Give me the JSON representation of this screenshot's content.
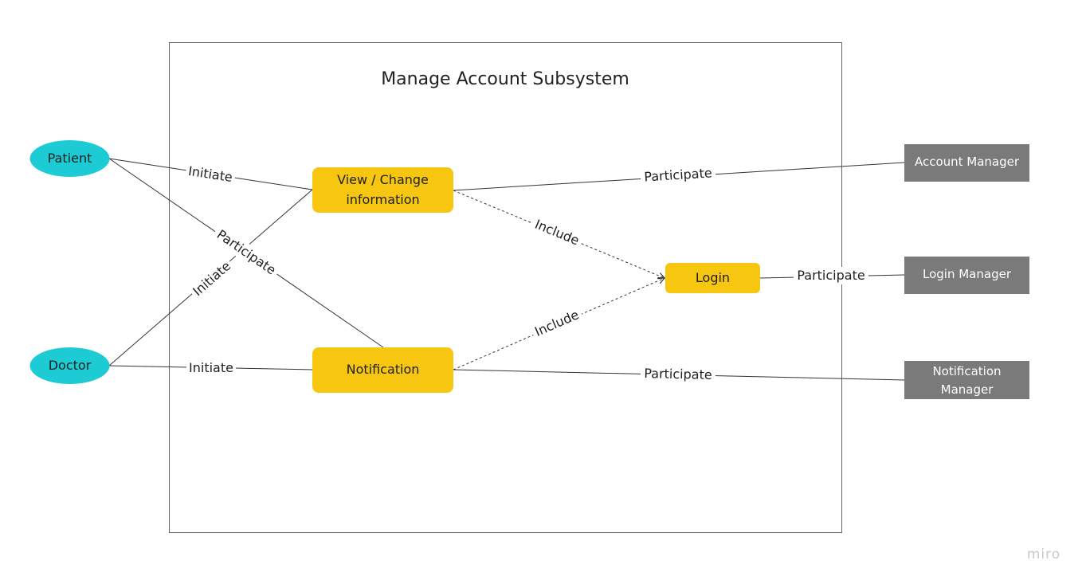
{
  "diagram": {
    "title": "Manage Account Subsystem",
    "watermark": "miro",
    "actors": {
      "patient": "Patient",
      "doctor": "Doctor"
    },
    "use_cases": {
      "view_change_line1": "View / Change",
      "view_change_line2": "information",
      "notification": "Notification",
      "login": "Login"
    },
    "systems": {
      "account_manager": "Account Manager",
      "login_manager": "Login Manager",
      "notification_manager_line1": "Notification",
      "notification_manager_line2": "Manager"
    },
    "edge_labels": {
      "patient_view": "Initiate",
      "patient_notification": "Participate",
      "doctor_view": "Initiate",
      "doctor_notification": "Initiate",
      "view_account_manager": "Participate",
      "view_login": "Include",
      "notification_login": "Include",
      "login_login_manager": "Participate",
      "notification_notification_manager": "Participate"
    },
    "colors": {
      "actor_fill": "#1ccbd4",
      "use_case_fill": "#f7c610",
      "system_fill": "#7a7a7a",
      "boundary_stroke": "#666666"
    }
  }
}
